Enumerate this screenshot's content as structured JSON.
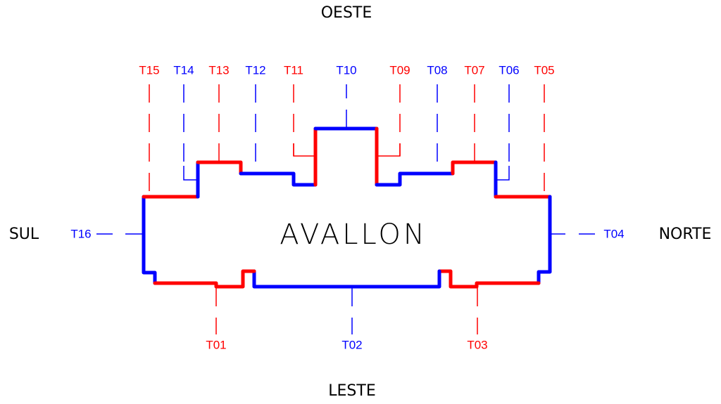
{
  "title": "AVALLON",
  "directions": {
    "north": "NORTE",
    "south": "SUL",
    "east": "LESTE",
    "west": "OESTE"
  },
  "colors": {
    "red": "#ff0000",
    "blue": "#0000ff",
    "text": "#000000"
  },
  "labels": {
    "T01": "T01",
    "T02": "T02",
    "T03": "T03",
    "T04": "T04",
    "T05": "T05",
    "T06": "T06",
    "T07": "T07",
    "T08": "T08",
    "T09": "T09",
    "T10": "T10",
    "T11": "T11",
    "T12": "T12",
    "T13": "T13",
    "T14": "T14",
    "T15": "T15",
    "T16": "T16"
  }
}
